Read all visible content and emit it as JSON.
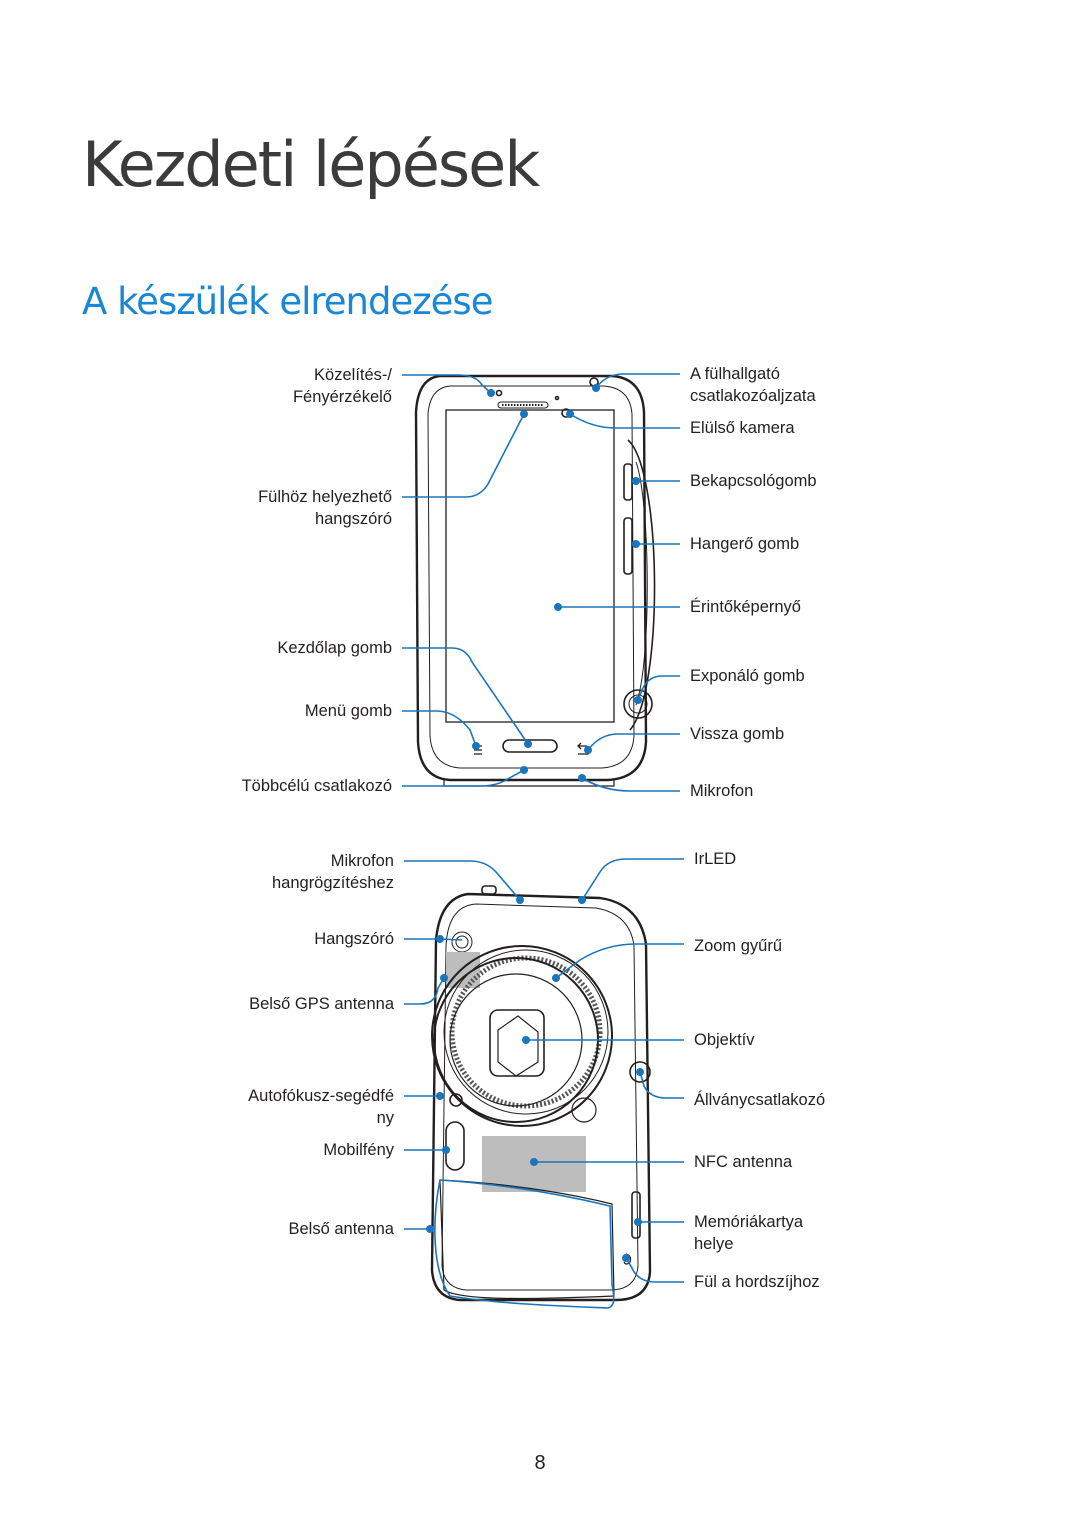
{
  "chapter_title": "Kezdeti lépések",
  "section_title": "A készülék elrendezése",
  "colors": {
    "callout": "#1b75bc",
    "section_accent": "#1a87d6",
    "outline": "#231f20"
  },
  "front_view": {
    "left_labels": [
      {
        "lines": [
          "Közelítés-/",
          "Fényérzékelő"
        ]
      },
      {
        "lines": [
          "Fülhöz helyezhető",
          "hangszóró"
        ]
      },
      {
        "lines": [
          "Kezdőlap gomb"
        ]
      },
      {
        "lines": [
          "Menü gomb"
        ]
      },
      {
        "lines": [
          "Többcélú csatlakozó"
        ]
      }
    ],
    "right_labels": [
      {
        "lines": [
          "A fülhallgató",
          "csatlakozóaljzata"
        ]
      },
      {
        "lines": [
          "Elülső kamera"
        ]
      },
      {
        "lines": [
          "Bekapcsológomb"
        ]
      },
      {
        "lines": [
          "Hangerő gomb"
        ]
      },
      {
        "lines": [
          "Érintőképernyő"
        ]
      },
      {
        "lines": [
          "Exponáló gomb"
        ]
      },
      {
        "lines": [
          "Vissza gomb"
        ]
      },
      {
        "lines": [
          "Mikrofon"
        ]
      }
    ]
  },
  "back_view": {
    "left_labels": [
      {
        "lines": [
          "Mikrofon",
          "hangrögzítéshez"
        ]
      },
      {
        "lines": [
          "Hangszóró"
        ]
      },
      {
        "lines": [
          "Belső GPS antenna"
        ]
      },
      {
        "lines": [
          "Autofókusz-segédfé",
          "ny"
        ]
      },
      {
        "lines": [
          "Mobilfény"
        ]
      },
      {
        "lines": [
          "Belső antenna"
        ]
      }
    ],
    "right_labels": [
      {
        "lines": [
          "IrLED"
        ]
      },
      {
        "lines": [
          "Zoom gyűrű"
        ]
      },
      {
        "lines": [
          "Objektív"
        ]
      },
      {
        "lines": [
          "Állványcsatlakozó"
        ]
      },
      {
        "lines": [
          "NFC antenna"
        ]
      },
      {
        "lines": [
          "Memóriákartya",
          "helye"
        ]
      },
      {
        "lines": [
          "Fül a hordszíjhoz"
        ]
      }
    ]
  },
  "page_number": "8"
}
